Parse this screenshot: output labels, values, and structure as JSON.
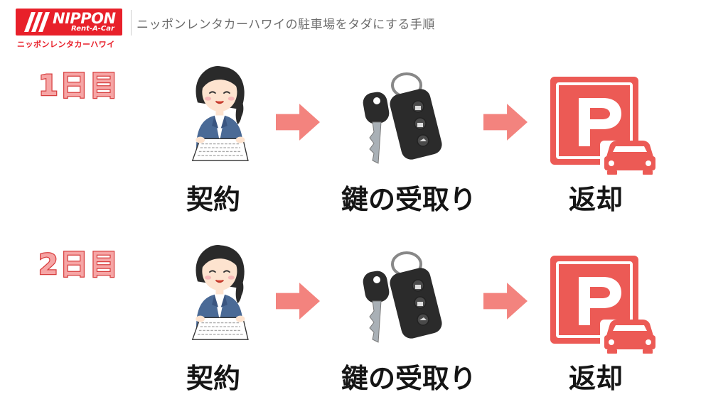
{
  "header": {
    "logo_word": "NIPPON",
    "logo_sub": "Rent-A-Car",
    "logo_caption": "ニッポンレンタカーハワイ",
    "title": "ニッポンレンタカーハワイの駐車場をタダにする手順"
  },
  "rows": [
    {
      "day_label": "1日目",
      "steps": [
        {
          "label": "契約",
          "icon": "woman-signing-contract-icon"
        },
        {
          "label": "鍵の受取り",
          "icon": "car-keys-icon"
        },
        {
          "label": "返却",
          "icon": "parking-icon"
        }
      ]
    },
    {
      "day_label": "2日目",
      "steps": [
        {
          "label": "契約",
          "icon": "woman-signing-contract-icon"
        },
        {
          "label": "鍵の受取り",
          "icon": "car-keys-icon"
        },
        {
          "label": "返却",
          "icon": "parking-icon"
        }
      ]
    }
  ],
  "colors": {
    "brand_red": "#e8202a",
    "arrow": "#f3837e",
    "parking": "#ec5a55",
    "day_fill": "#f6a5a5",
    "day_stroke": "#d73e3e"
  }
}
